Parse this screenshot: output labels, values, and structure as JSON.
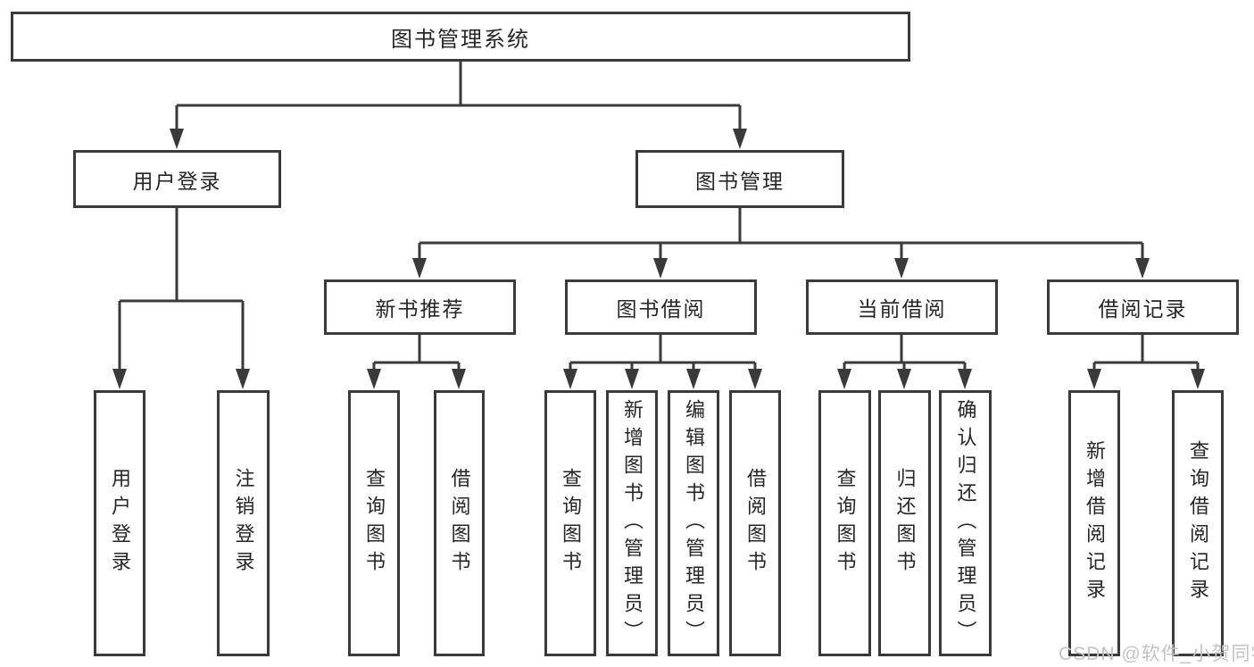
{
  "diagram": {
    "root": {
      "label": "图书管理系统"
    },
    "branches": [
      {
        "label": "用户登录",
        "children": [
          {
            "label": "用户登录"
          },
          {
            "label": "注销登录"
          }
        ]
      },
      {
        "label": "图书管理",
        "children": [
          {
            "label": "新书推荐",
            "children": [
              {
                "label": "查询图书"
              },
              {
                "label": "借阅图书"
              }
            ]
          },
          {
            "label": "图书借阅",
            "children": [
              {
                "label": "查询图书"
              },
              {
                "label": "新增图书（管理员）"
              },
              {
                "label": "编辑图书（管理员）"
              },
              {
                "label": "借阅图书"
              }
            ]
          },
          {
            "label": "当前借阅",
            "children": [
              {
                "label": "查询图书"
              },
              {
                "label": "归还图书"
              },
              {
                "label": "确认归还（管理员）"
              }
            ]
          },
          {
            "label": "借阅记录",
            "children": [
              {
                "label": "新增借阅记录"
              },
              {
                "label": "查询借阅记录"
              }
            ]
          }
        ]
      }
    ]
  },
  "watermark": {
    "text": "CSDN @软件_小贺同学"
  },
  "colors": {
    "line": "#3a3a3a",
    "text": "#262626",
    "watermark": "#c3c3c3",
    "background": "#ffffff"
  }
}
